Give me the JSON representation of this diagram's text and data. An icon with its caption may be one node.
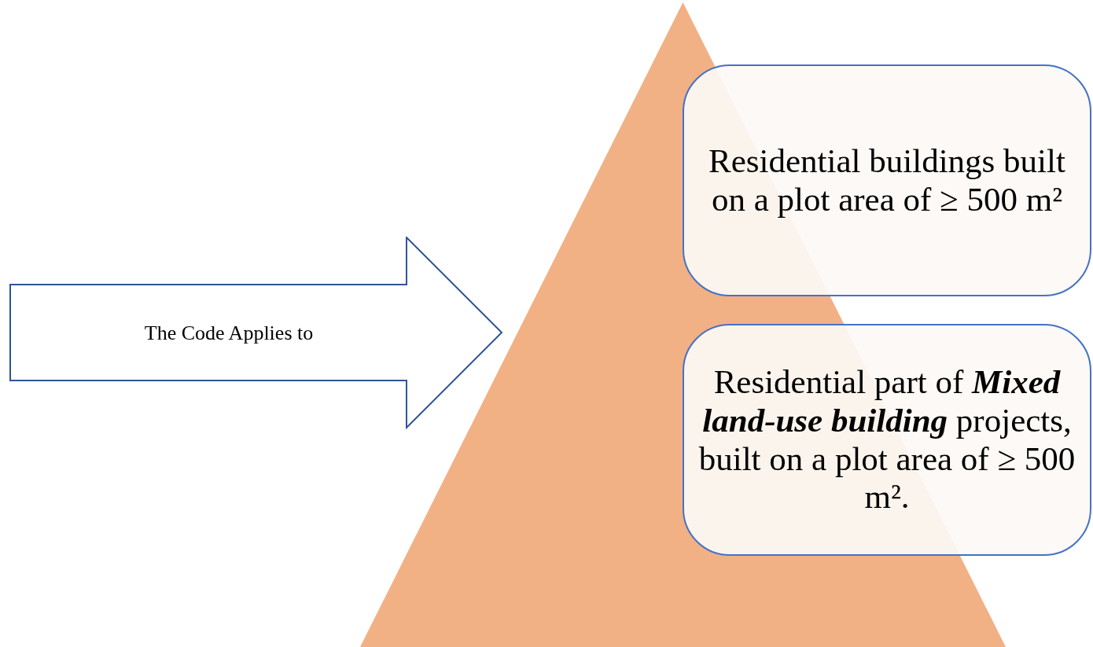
{
  "diagram": {
    "nodes": [
      {
        "text": [
          "The Code Applies to"
        ]
      },
      {
        "text": [],
        "shape": "triangle"
      },
      {
        "text": [
          "Residential buildings built on a plot area of ≥ 500 m²"
        ]
      },
      {
        "text": [
          "Residential part of **Mixed land-use building** projects, built on a plot area of ≥ 500 m²."
        ]
      }
    ]
  }
}
